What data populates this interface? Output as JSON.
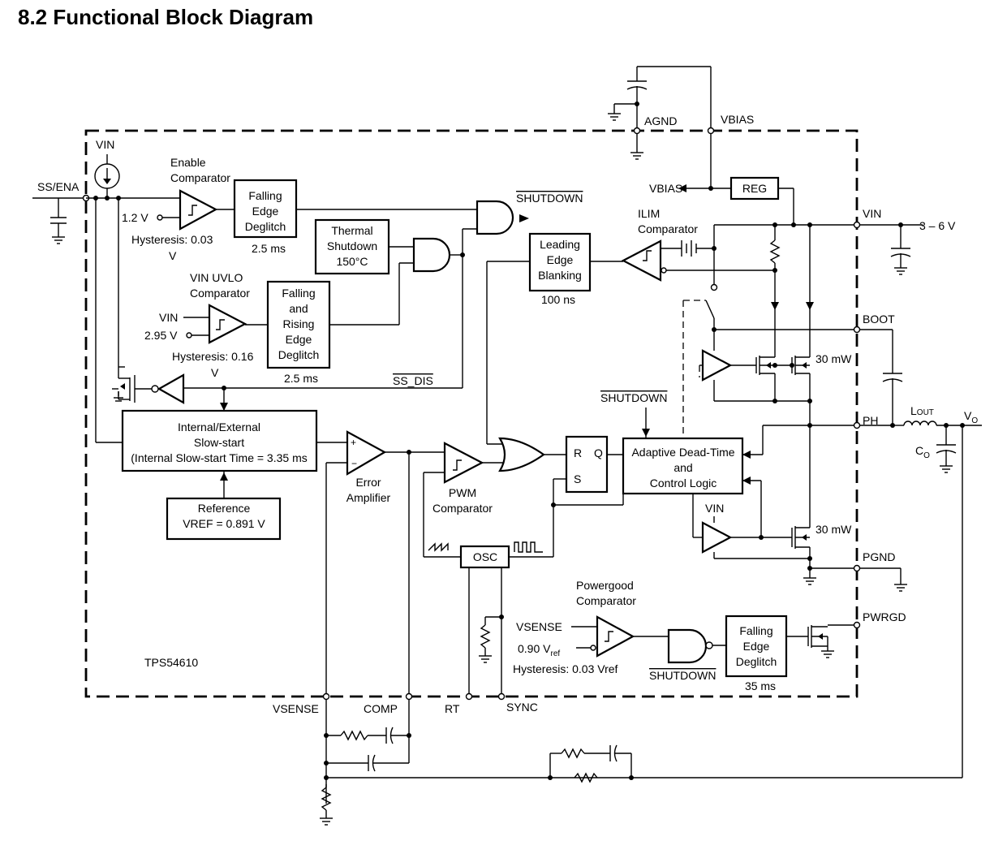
{
  "title": "8.2   Functional Block Diagram",
  "chip": "TPS54610",
  "pins": {
    "ss_ena": "SS/ENA",
    "vin_top": "VIN",
    "agnd": "AGND",
    "vbias": "VBIAS",
    "vin": "VIN",
    "boot": "BOOT",
    "ph": "PH",
    "pgnd": "PGND",
    "pwrgd": "PWRGD",
    "vsense": "VSENSE",
    "comp": "COMP",
    "rt": "RT",
    "sync": "SYNC"
  },
  "blocks": {
    "enable_comp": "Enable\nComparator",
    "falling_edge_deglitch_1": "Falling\nEdge\nDeglitch",
    "delay_1": "2.5 ms",
    "thermal_shutdown": "Thermal\nShutdown\n150°C",
    "shutdown_label": "SHUTDOWN",
    "vin_uvlo": "VIN UVLO\nComparator",
    "falling_rising_deglitch": "Falling\nand\nRising\nEdge\nDeglitch",
    "delay_2": "2.5 ms",
    "ss_dis": "SS_DIS",
    "slow_start": "Internal/External\nSlow-start\n(Internal Slow-start Time = 3.35 ms",
    "reference": "Reference\nVREF = 0.891 V",
    "error_amp": "Error\nAmplifier",
    "pwm_comp": "PWM\nComparator",
    "osc": "OSC",
    "leading_edge": "Leading\nEdge\nBlanking",
    "delay_le": "100 ns",
    "ilim": "ILIM\nComparator",
    "reg": "REG",
    "vbias_int": "VBIAS",
    "adaptive": "Adaptive Dead-Time\nand\nControl Logic",
    "shutdown_2": "SHUTDOWN",
    "vin_lower": "VIN",
    "r_label": "R",
    "q_label": "Q",
    "s_label": "S",
    "pg_comp": "Powergood\nComparator",
    "vsense_pg": "VSENSE",
    "vref_pg_main": "0.90 V",
    "vref_pg_sub": "ref",
    "hyst_pg": "Hysteresis: 0.03 Vref",
    "shutdown_3": "SHUTDOWN",
    "falling_edge_deglitch_2": "Falling\nEdge\nDeglitch",
    "delay_3": "35 ms"
  },
  "labels": {
    "v12": "1.2 V",
    "hyst_1": "Hysteresis: 0.03",
    "hyst_1b": "V",
    "vin_uvlo_in": "VIN",
    "v295": "2.95 V",
    "hyst_2": "Hysteresis: 0.16",
    "hyst_2b": "V",
    "rds_top": "30 mW",
    "rds_bot": "30 mW",
    "vin_range": "3 – 6 V",
    "lout_main": "L",
    "lout_sub": "OUT",
    "vo_main": "V",
    "vo_sub": "O",
    "co_main": "C",
    "co_sub": "O"
  }
}
